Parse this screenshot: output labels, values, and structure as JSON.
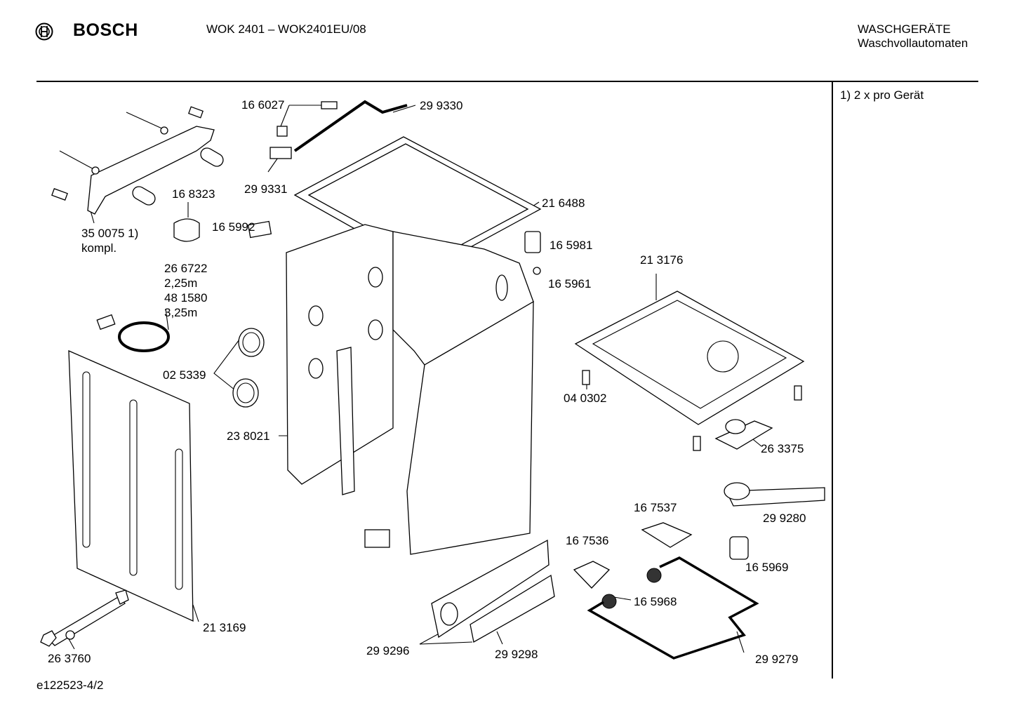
{
  "header": {
    "brand": "BOSCH",
    "model": "WOK 2401 – WOK2401EU/08",
    "category_line1": "WASCHGERÄTE",
    "category_line2": "Waschvollautomaten"
  },
  "note": "1) 2 x pro Gerät",
  "footer": "e122523-4/2",
  "parts": [
    {
      "id": "p1",
      "label": "16 6027"
    },
    {
      "id": "p2",
      "label": "29 9330"
    },
    {
      "id": "p3",
      "label": "29 9331"
    },
    {
      "id": "p4",
      "label": "16 8323"
    },
    {
      "id": "p5",
      "label": "35 0075 1)"
    },
    {
      "id": "p6",
      "label": "kompl."
    },
    {
      "id": "p7",
      "label": "16 5992"
    },
    {
      "id": "p8",
      "label": "21 6488"
    },
    {
      "id": "p9",
      "label": "16 5981"
    },
    {
      "id": "p10",
      "label": "16 5961"
    },
    {
      "id": "p11",
      "label": "26 6722"
    },
    {
      "id": "p12",
      "label": "2,25m"
    },
    {
      "id": "p13",
      "label": "48 1580"
    },
    {
      "id": "p14",
      "label": "3,25m"
    },
    {
      "id": "p15",
      "label": "21 3176"
    },
    {
      "id": "p16",
      "label": "02 5339"
    },
    {
      "id": "p17",
      "label": "04 0302"
    },
    {
      "id": "p18",
      "label": "23 8021"
    },
    {
      "id": "p19",
      "label": "26 3375"
    },
    {
      "id": "p20",
      "label": "29 9280"
    },
    {
      "id": "p21",
      "label": "16 7537"
    },
    {
      "id": "p22",
      "label": "16 7536"
    },
    {
      "id": "p23",
      "label": "16 5969"
    },
    {
      "id": "p24",
      "label": "16 5968"
    },
    {
      "id": "p25",
      "label": "21 3169"
    },
    {
      "id": "p26",
      "label": "26 3760"
    },
    {
      "id": "p27",
      "label": "29 9296"
    },
    {
      "id": "p28",
      "label": "29 9298"
    },
    {
      "id": "p29",
      "label": "29 9279"
    }
  ]
}
